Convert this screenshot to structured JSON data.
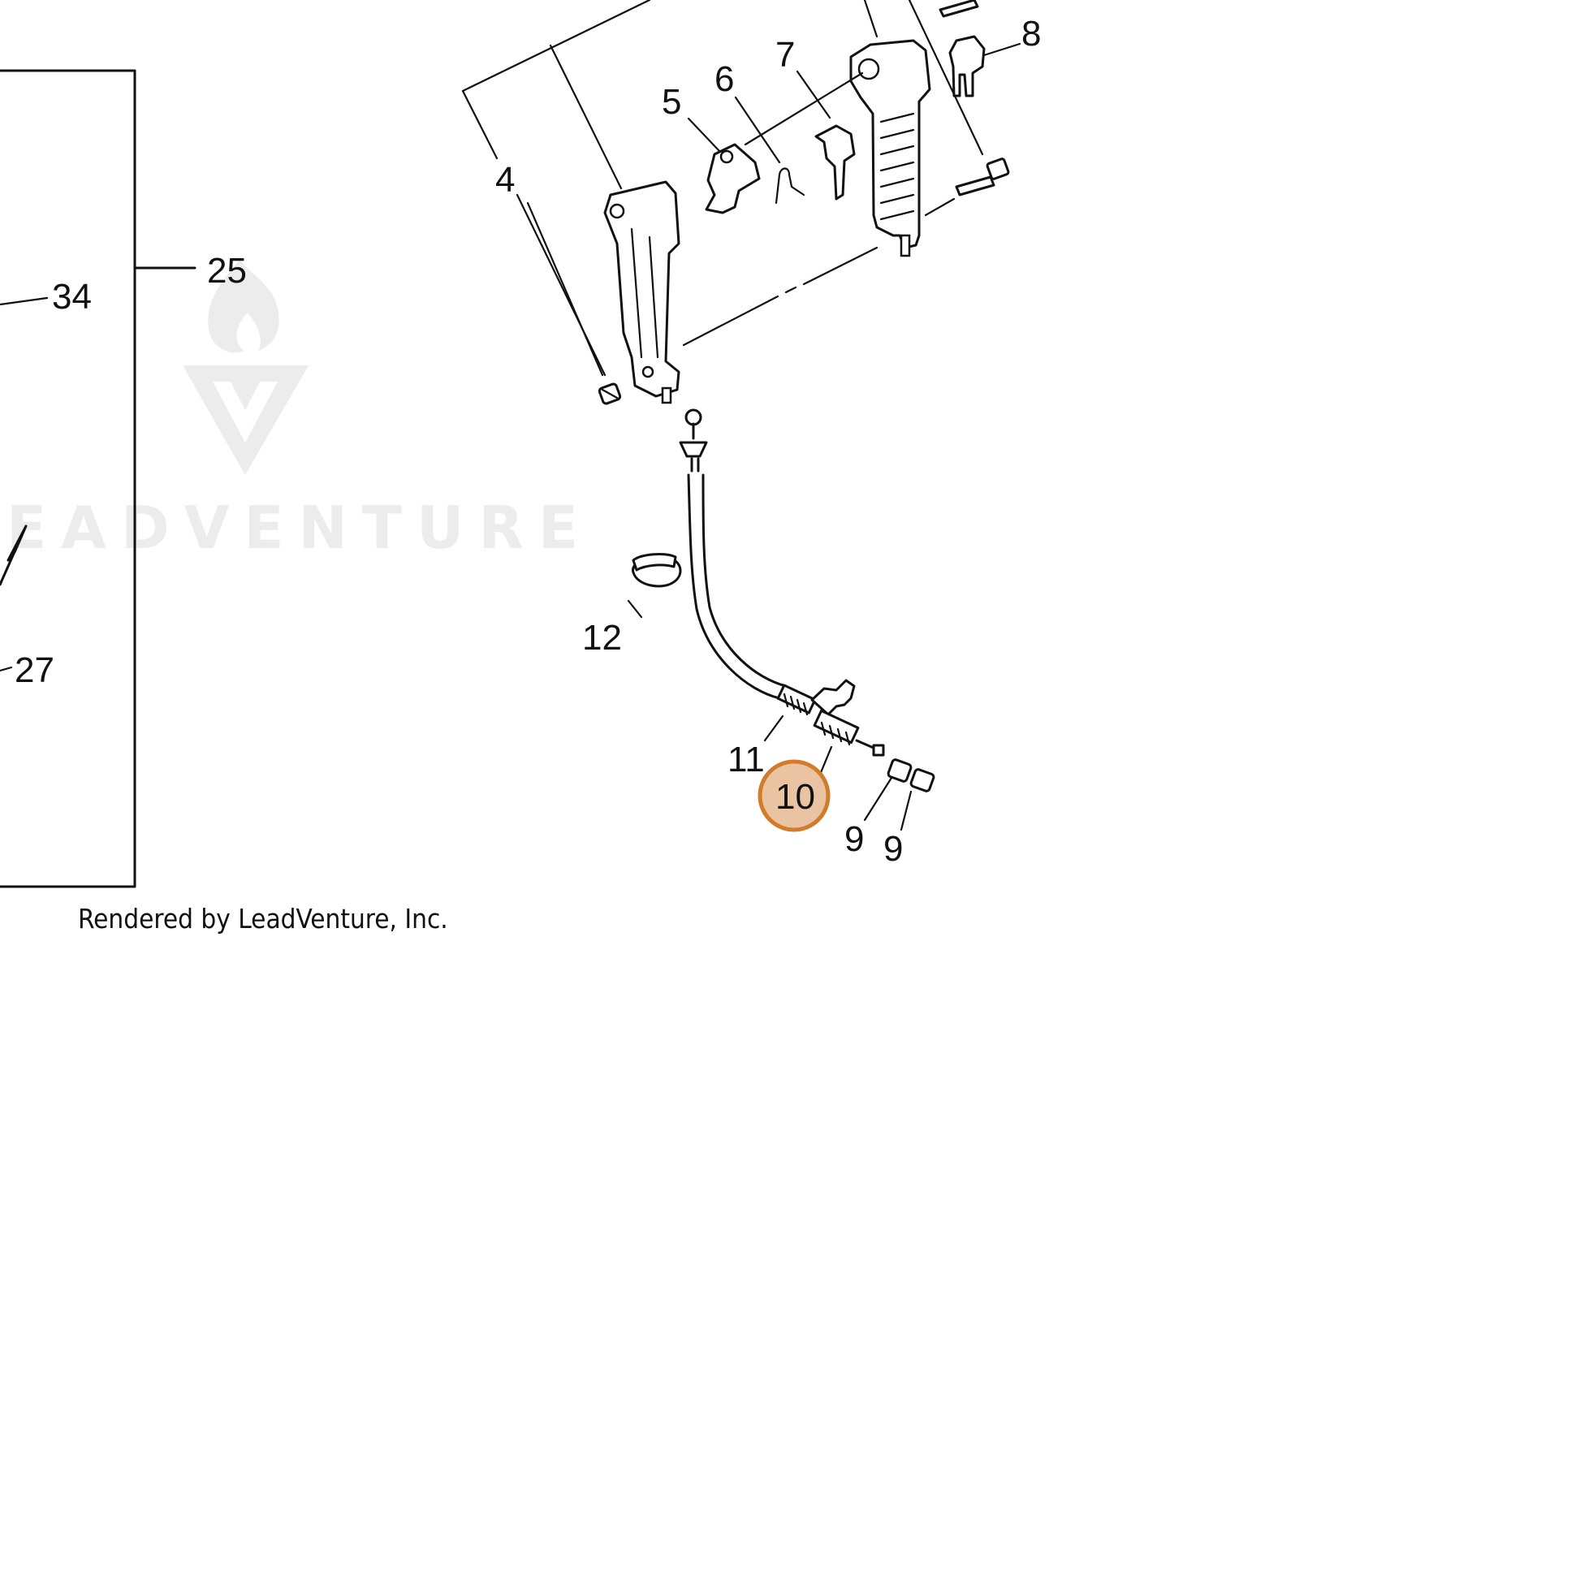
{
  "diagram": {
    "callouts": {
      "c4": "4",
      "c5": "5",
      "c6": "6",
      "c7": "7",
      "c8": "8",
      "c9a": "9",
      "c9b": "9",
      "c10": "10",
      "c11": "11",
      "c12": "12",
      "c25": "25",
      "c27": "27",
      "c34": "34"
    },
    "highlighted_callout": "10",
    "highlight_color": "#e9c3a2",
    "highlight_border_color": "#d07c2a"
  },
  "watermark": {
    "text": "EADVENTURE"
  },
  "footer": {
    "credit": "Rendered by LeadVenture, Inc."
  }
}
